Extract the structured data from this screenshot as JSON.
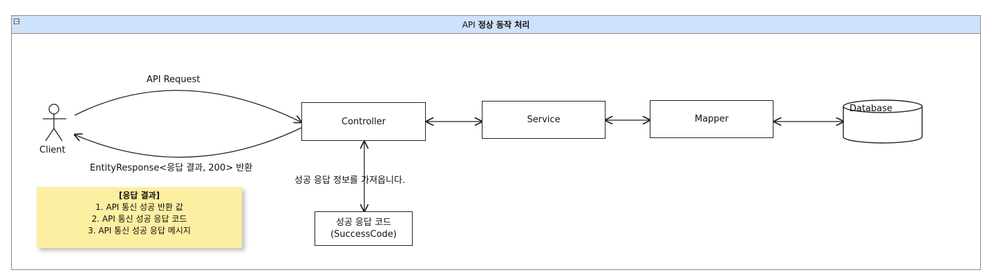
{
  "frame": {
    "title_prefix": "API",
    "title_main": "정상 동작 처리"
  },
  "actor": {
    "label": "Client"
  },
  "nodes": {
    "controller": "Controller",
    "service": "Service",
    "mapper": "Mapper",
    "database": "Database",
    "success_code_line1": "성공 응답 코드",
    "success_code_line2": "(SuccessCode)"
  },
  "edges": {
    "request_label": "API Request",
    "response_label": "EntityResponse<응답 결과, 200> 반환",
    "success_fetch_label": "성공 응답 정보를 가져옵니다."
  },
  "note": {
    "heading": "[응답 결과]",
    "items": [
      "1. API 통신 성공 반환 값",
      "2. API 통신 성공 응답 코드",
      "3. API 통신 성공 응답 메시지"
    ]
  },
  "colors": {
    "title_bar": "#cfe2fb",
    "note": "#fcefa1",
    "stroke": "#222222"
  }
}
